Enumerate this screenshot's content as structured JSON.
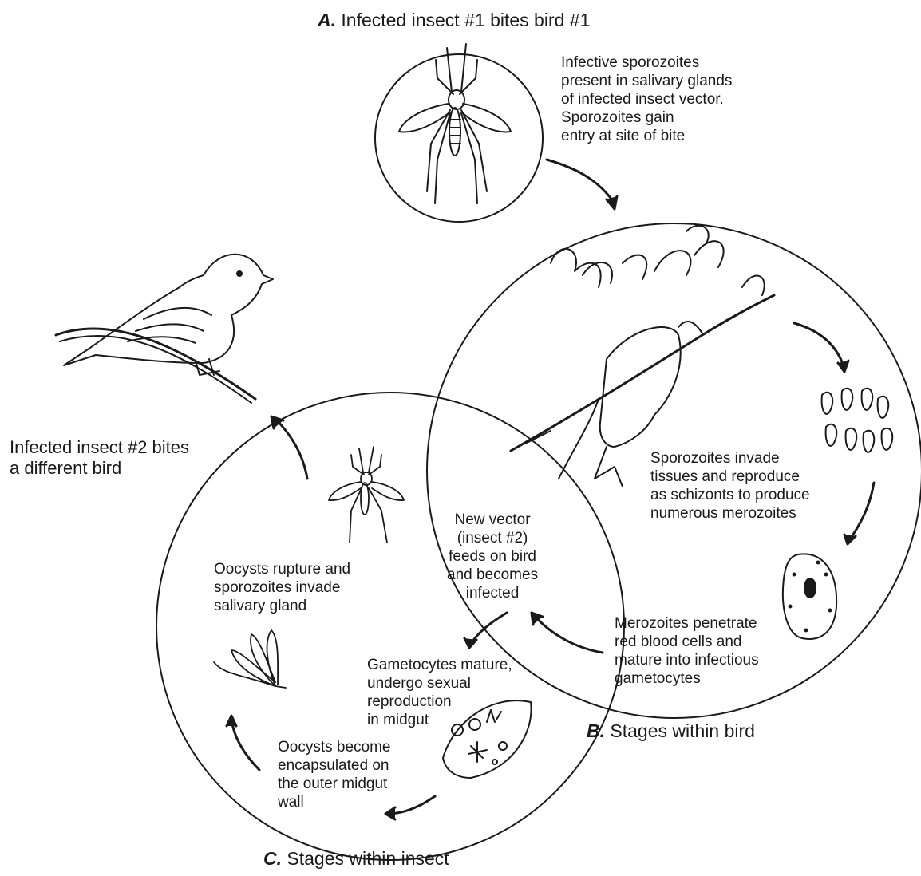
{
  "headings": {
    "a_letter": "A.",
    "a_text": "Infected insect #1 bites bird #1",
    "b_letter": "B.",
    "b_text": "Stages within bird",
    "c_letter": "C.",
    "c_text": "Stages within insect"
  },
  "labels": {
    "sporozoites_salivary": "Infective sporozoites\npresent in salivary glands\nof infected insect vector.\nSporozoites gain\nentry at site of bite",
    "schizonts": "Sporozoites invade\ntissues and reproduce\nas schizonts to produce\nnumerous merozoites",
    "merozoites_rbc": "Merozoites penetrate\nred blood cells and\nmature into infectious\ngametocytes",
    "new_vector": "New vector\n(insect #2)\nfeeds on bird\nand becomes\ninfected",
    "gametocytes": "Gametocytes mature,\nundergo sexual\nreproduction\nin midgut",
    "oocysts_encapsulated": "Oocysts become\nencapsulated on\nthe outer midgut\nwall",
    "oocysts_rupture": "Oocysts rupture and\nsporozoites invade\nsalivary gland",
    "insect2_bites": "Infected insect #2 bites\na different bird"
  },
  "colors": {
    "ink": "#1a1a1a",
    "background": "#ffffff"
  },
  "icons": [
    "mosquito-icon",
    "songbird-icon",
    "honeycreeper-flowers-icon",
    "sporozoite-cells-icon",
    "red-blood-cell-icon",
    "midgut-wall-icon",
    "salivary-gland-icon"
  ]
}
